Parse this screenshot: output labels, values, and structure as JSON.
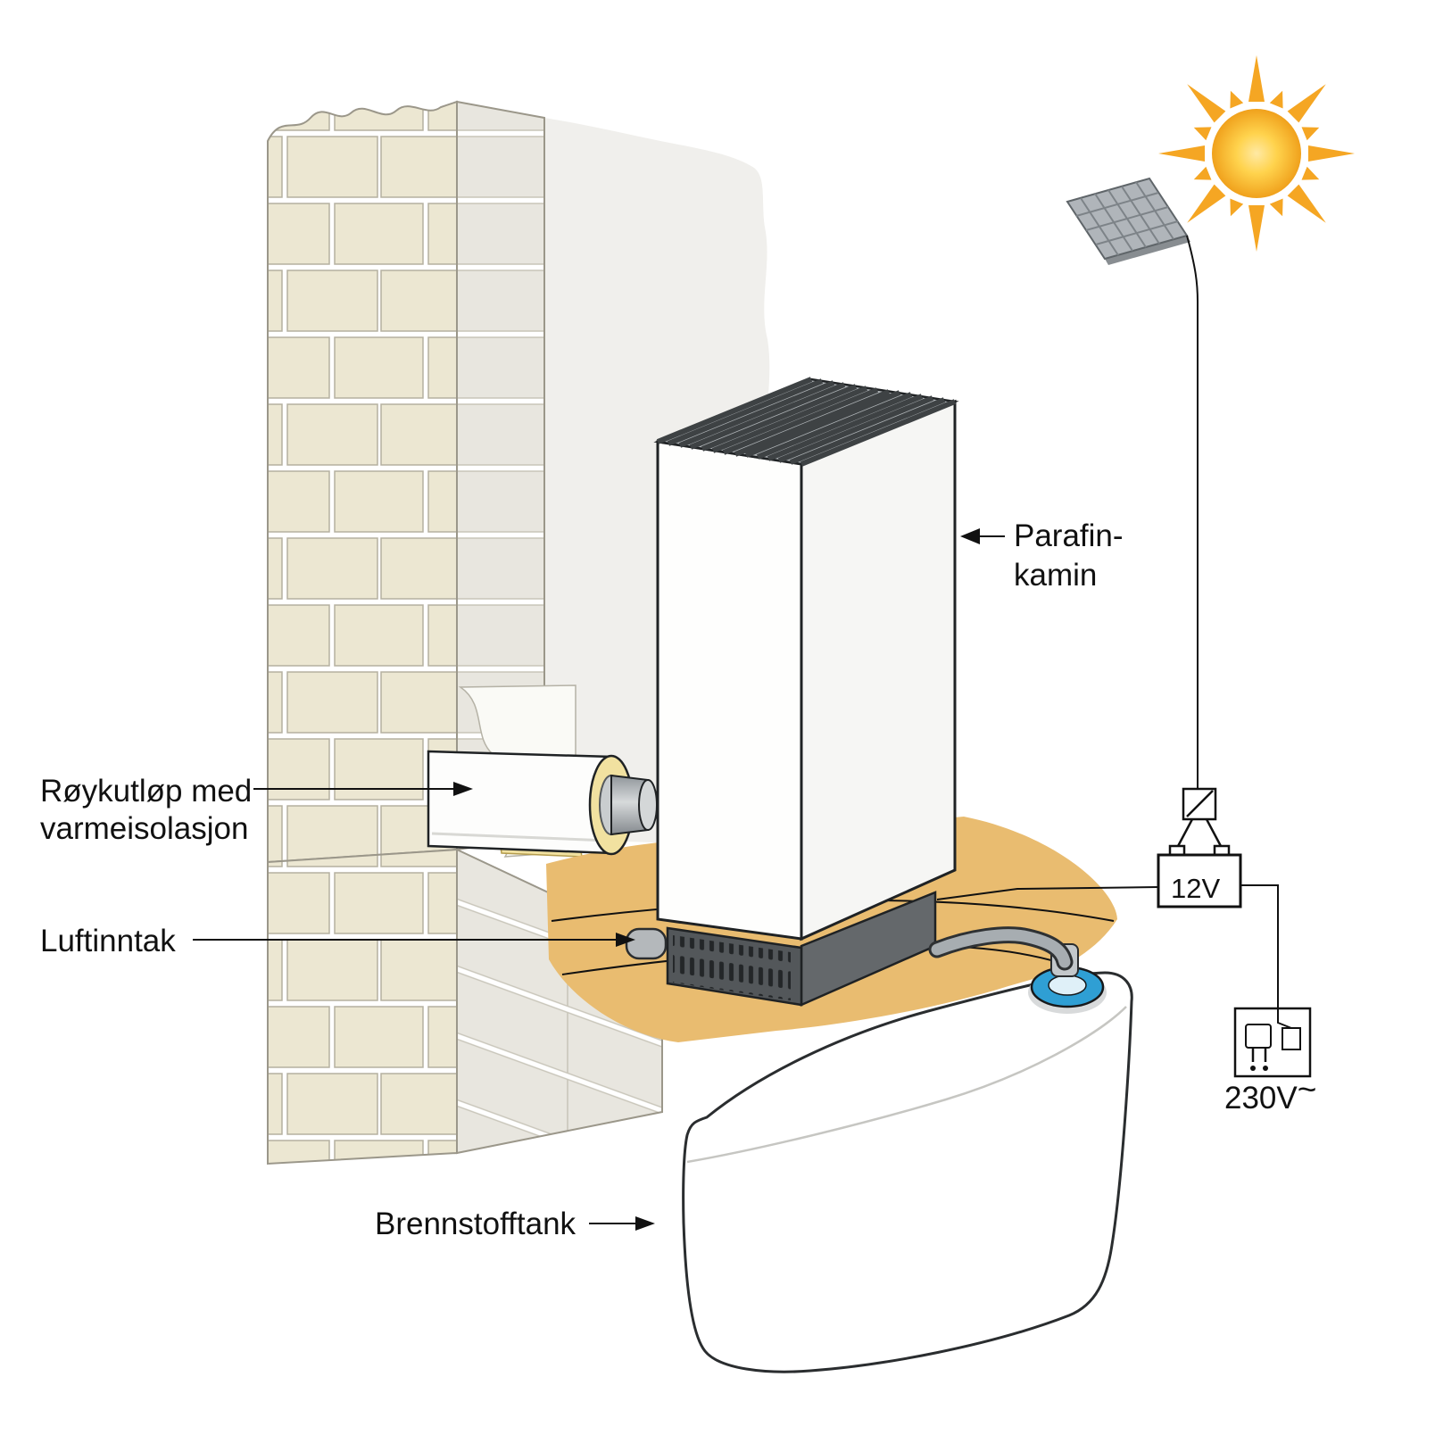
{
  "labels": {
    "parafin_line1": "Parafin-",
    "parafin_line2": "kamin",
    "roykutlop_line1": "Røykutløp med",
    "roykutlop_line2": "varmeisolasjon",
    "luftinntak": "Luftinntak",
    "brennstofftank": "Brennstofftank",
    "battery": "12V",
    "outlet": "230V",
    "outlet_ac": "~"
  },
  "colors": {
    "floor": "#e9bc70",
    "floor_plank": "#d49e52",
    "brick": "#ece7d2",
    "brick_side": "#e8e6df",
    "wall_interior": "#f0efec",
    "heater_front": "#fefefd",
    "heater_side": "#f6f6f4",
    "heater_top": "#aeb3b6",
    "heater_fin": "#3e4244",
    "base_front": "#53575a",
    "base_side": "#64686b",
    "vent_slot": "#232628",
    "insulation": "#f1e1a0",
    "inner_pipe": "#c9cdcf",
    "cap_blue": "#2f9fd4",
    "hose": "#a7adb1",
    "panel": "#b0b5ba",
    "panel_grid": "#7d8388",
    "sun_core": "#ffd34d",
    "sun_ray": "#f5a623",
    "outline": "#1f2224"
  }
}
